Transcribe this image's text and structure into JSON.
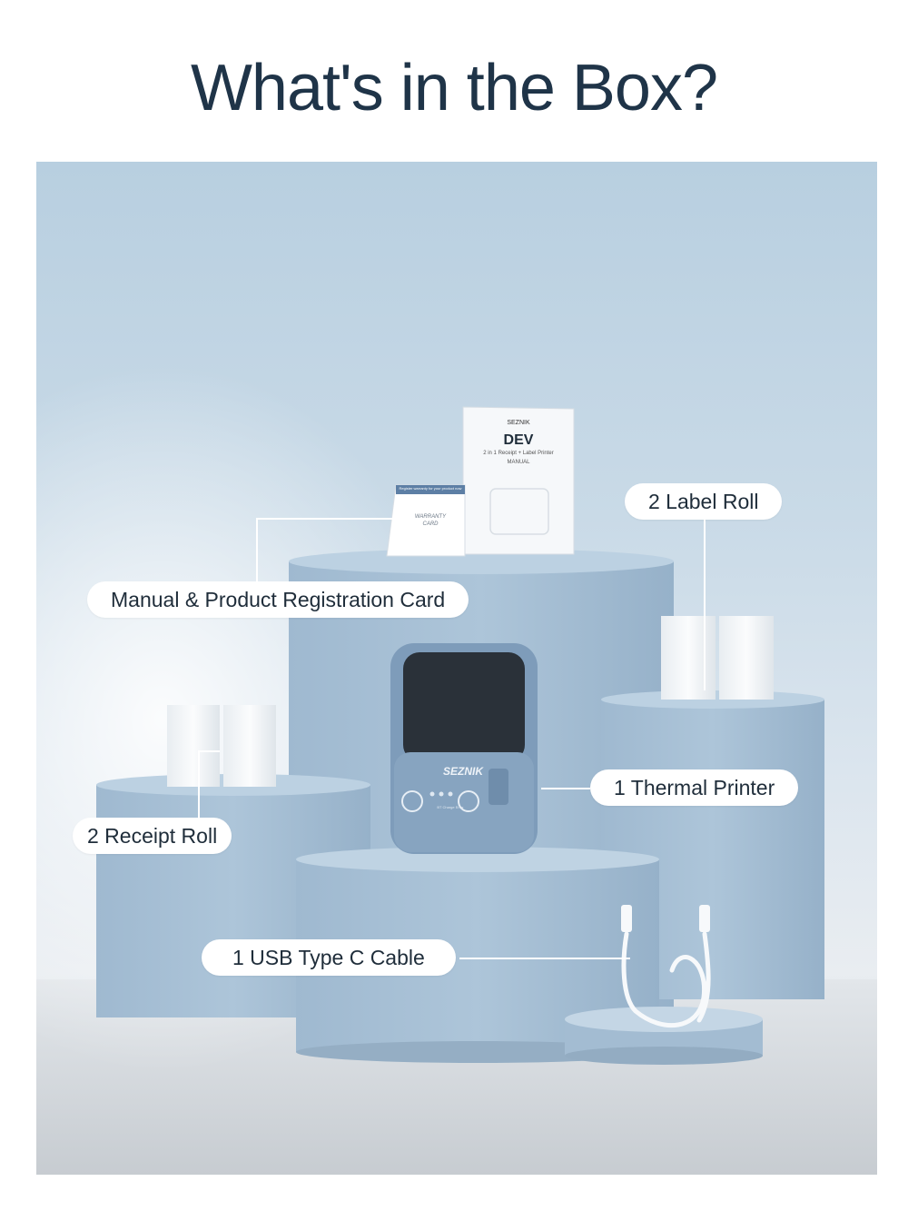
{
  "page": {
    "title": "What's in the Box?"
  },
  "manual": {
    "brand": "SEZNIK",
    "model": "DEV",
    "subtitle": "2 in 1 Receipt + Label Printer",
    "doc_type": "MANUAL"
  },
  "warranty_card": {
    "header": "Register warranty for your product now",
    "title_line1": "WARRANTY",
    "title_line2": "CARD"
  },
  "printer": {
    "brand": "SEZNIK",
    "indicator_labels": "BT  Charge  Error"
  },
  "callouts": {
    "manual_card": "Manual & Product Registration Card",
    "label_roll": "2 Label Roll",
    "thermal_printer": "1 Thermal Printer",
    "receipt_roll": "2 Receipt Roll",
    "usb_cable": "1 USB Type C Cable"
  },
  "colors": {
    "title": "#1f3448",
    "pedestal": "#a7c0d6",
    "pedestal_top": "#bcd1e2",
    "printer_body": "#7e9cba",
    "callout_bg": "#ffffff"
  }
}
